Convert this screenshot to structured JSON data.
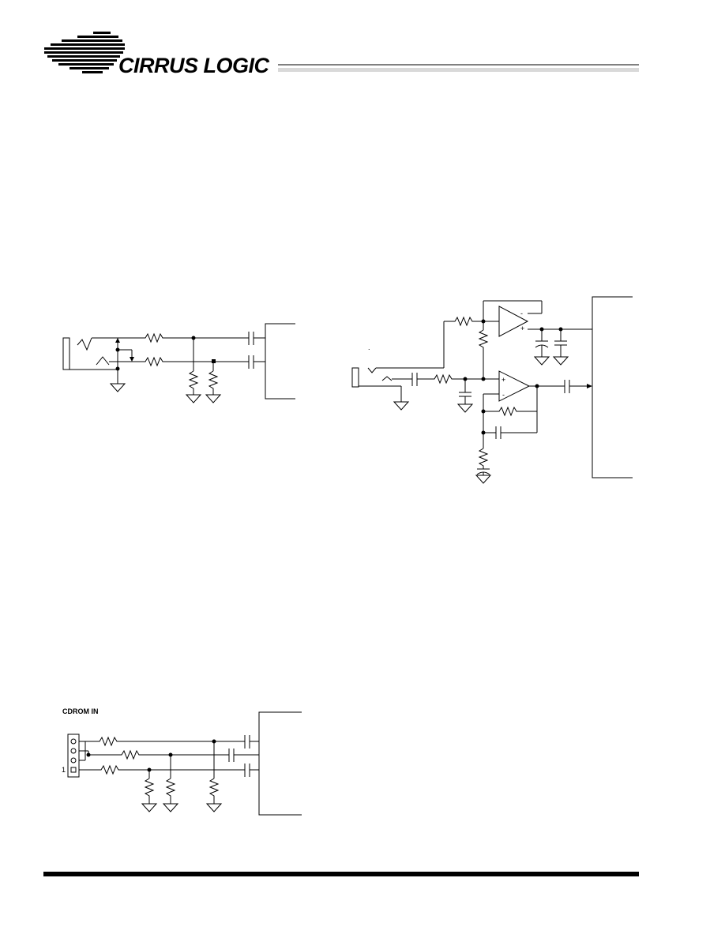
{
  "header": {
    "brand": "CIRRUS LOGIC"
  },
  "line_in_schematic": {
    "pin_label": ""
  },
  "mic_schematic": {
    "stray_mark": "."
  },
  "cdrom_schematic": {
    "title": "CDROM IN",
    "pin1_label": "1"
  },
  "colors": {
    "ink": "#000000",
    "rule_gray": "#d9d9d9"
  }
}
